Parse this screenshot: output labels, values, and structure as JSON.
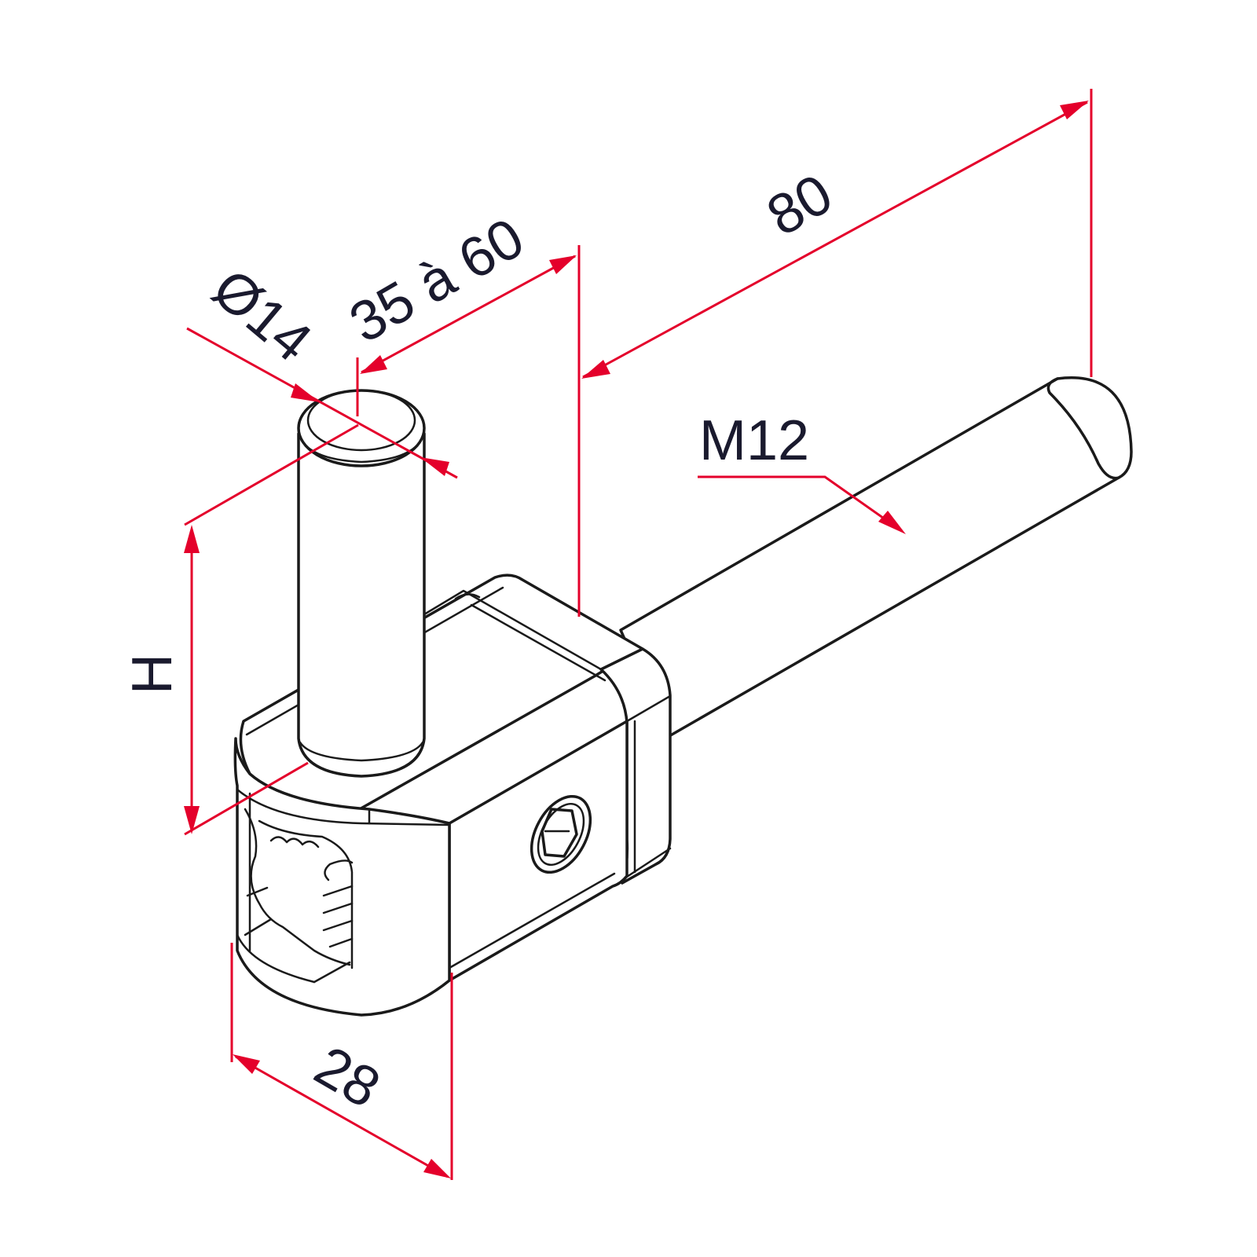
{
  "dimensions": {
    "diameter": "Ø14",
    "adjust_range": "35 à 60",
    "length": "80",
    "thread": "M12",
    "height": "H",
    "width": "28"
  },
  "colors": {
    "dimension_lines": "#e4002b",
    "outline": "#1a1a1a",
    "text": "#1a1a2e"
  }
}
